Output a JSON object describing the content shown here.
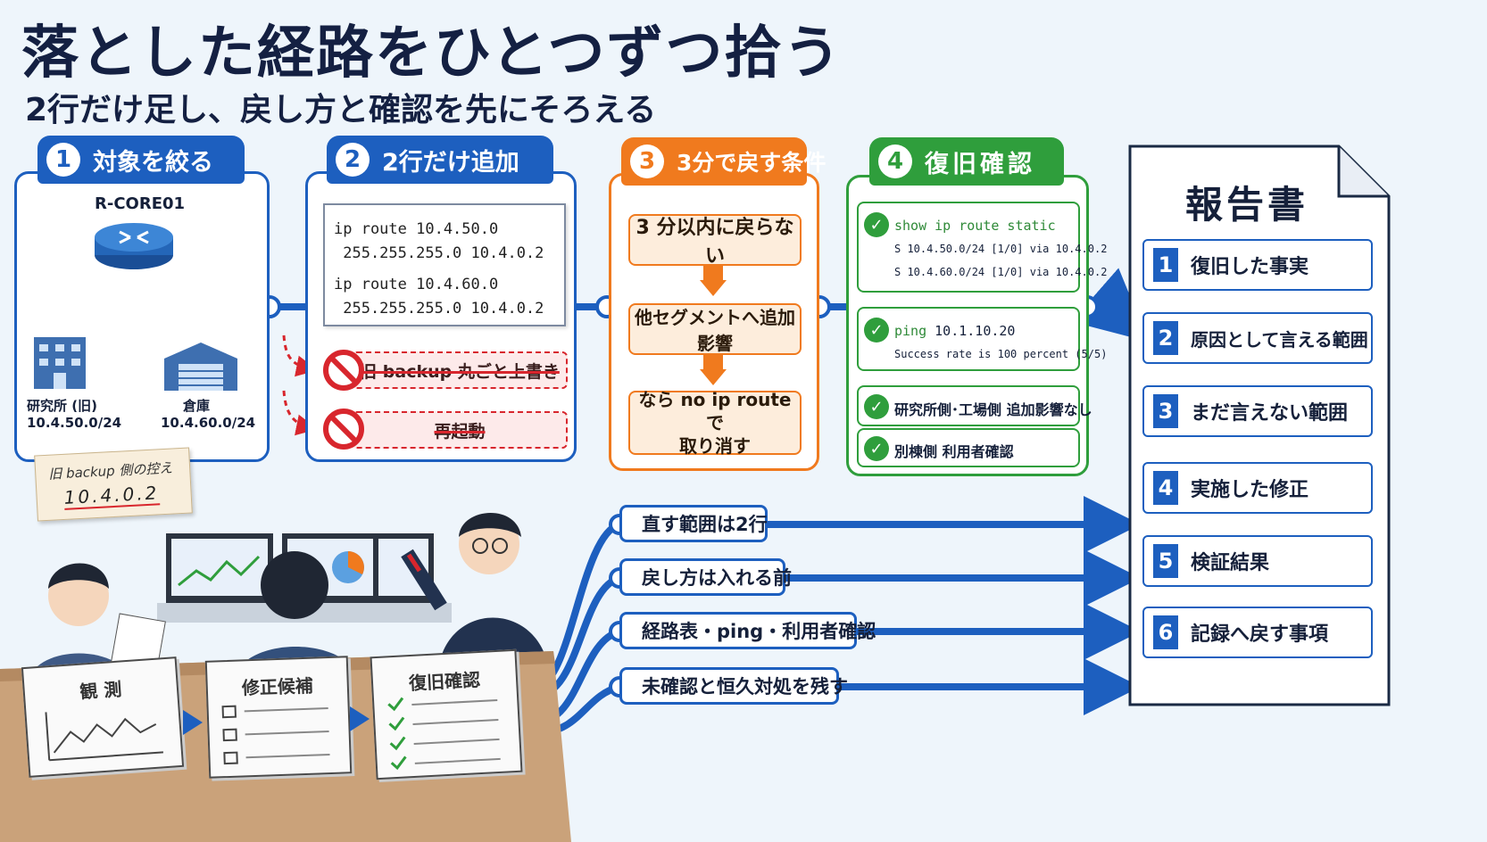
{
  "title": "落とした経路をひとつずつ拾う",
  "subtitle": "2行だけ足し、戻し方と確認を先にそろえる",
  "colors": {
    "blue": "#1d5fbf",
    "orange": "#f07a1e",
    "green": "#2f9e3c",
    "red": "#d8262d"
  },
  "step1": {
    "num": "1",
    "title": "対象を絞る",
    "router": "R-CORE01",
    "left_site": "研究所 (旧)",
    "left_net": "10.4.50.0/24",
    "right_site": "倉庫",
    "right_net": "10.4.60.0/24",
    "note_line1": "旧 backup 側の控え",
    "note_line2": "10.4.0.2"
  },
  "step2": {
    "num": "2",
    "title": "2行だけ追加",
    "code": [
      "ip route 10.4.50.0",
      " 255.255.255.0 10.4.0.2",
      "ip route 10.4.60.0",
      " 255.255.255.0 10.4.0.2"
    ],
    "forbid1": "旧 backup 丸ごと上書き",
    "forbid2": "再起動"
  },
  "step3": {
    "num": "3",
    "title": "3分で戻す条件",
    "box1": "3 分以内に戻らない",
    "box2": "他セグメントへ追加影響",
    "box3_line1": "なら no ip route で",
    "box3_line2": "取り消す"
  },
  "step4": {
    "num": "4",
    "title": "復旧確認",
    "check1_cmd": "show ip route static",
    "check1_out1": "S 10.4.50.0/24 [1/0] via 10.4.0.2",
    "check1_out2": "S 10.4.60.0/24 [1/0] via 10.4.0.2",
    "check2_cmd": "ping 10.1.10.20",
    "check2_out": "Success rate is 100 percent (5/5)",
    "check3": "研究所側･工場側 追加影響なし",
    "check4": "別棟側 利用者確認"
  },
  "report": {
    "title": "報告書",
    "items": [
      {
        "n": "1",
        "label": "復旧した事実"
      },
      {
        "n": "2",
        "label": "原因として言える範囲"
      },
      {
        "n": "3",
        "label": "まだ言えない範囲"
      },
      {
        "n": "4",
        "label": "実施した修正"
      },
      {
        "n": "5",
        "label": "検証結果"
      },
      {
        "n": "6",
        "label": "記録へ戻す事項"
      }
    ]
  },
  "flows": [
    "直す範囲は2行",
    "戻し方は入れる前",
    "経路表・ping・利用者確認",
    "未確認と恒久対処を残す"
  ],
  "sheets": [
    "観 測",
    "修正候補",
    "復旧確認"
  ]
}
